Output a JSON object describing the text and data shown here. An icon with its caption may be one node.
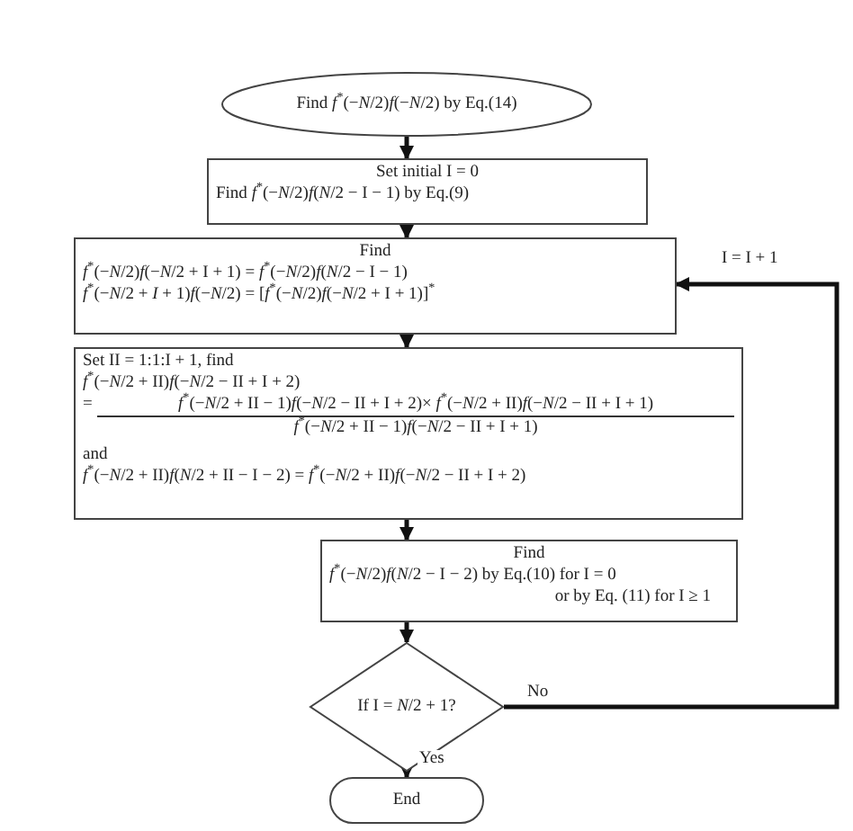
{
  "diagram": {
    "nodes": [
      {
        "text": [
          "Find *f*$^{*}$(−*N*/2)*f*(−*N*/2)  by Eq.(14)"
        ]
      },
      {
        "text": [
          "Set initial I = 0",
          "Find *f*$^{*}$(−*N*/2)*f*(*N*/2 − I − 1) by Eq.(9)"
        ]
      },
      {
        "text": [
          "Find",
          "*f*$^{*}$(−*N*/2)*f*(−*N*/2 + I + 1) = *f*$^{*}$(−*N*/2)*f*(*N*/2 − I − 1)",
          "*f*$^{*}$(−*N*/2 + *I* + 1)*f*(−*N*/2) = [*f*$^{*}$(−*N*/2)*f*(−*N*/2 + I + 1)]$^{*}$"
        ]
      },
      {
        "text": [
          "Set II = 1:1:I + 1, find",
          "*f*$^{*}$(−*N*/2 + II)*f*(−*N*/2 − II + I + 2)",
          "=",
          "*f*$^{*}$(−*N*/2 + II − 1)*f*(−*N*/2 − II + I + 2)× *f*$^{*}$(−*N*/2 + II)*f*(−*N*/2 − II + I + 1)",
          "*f*$^{*}$(−*N*/2 + II − 1)*f*(−*N*/2 − II + I + 1)",
          "and",
          "*f*$^{*}$(−*N*/2 + II)*f*(*N*/2 + II − I − 2) = *f*$^{*}$(−*N*/2 + II)*f*(−*N*/2 − II + I + 2)"
        ]
      },
      {
        "text": [
          "Find",
          "*f*$^{*}$(−*N*/2)*f*(*N*/2 − I − 2) by Eq.(10) for I = 0",
          "or by Eq. (11) for I ≥ 1"
        ]
      },
      {
        "text": [
          "If  I = *N*/2 + 1?"
        ]
      },
      {
        "text": [
          "End"
        ]
      }
    ],
    "edges": [
      {
        "from": 0,
        "to": 1,
        "arrow": "to"
      },
      {
        "from": 1,
        "to": 2,
        "arrow": "to"
      },
      {
        "from": 2,
        "to": 3,
        "arrow": "to"
      },
      {
        "from": 3,
        "to": 4,
        "arrow": "to"
      },
      {
        "from": 4,
        "to": 5,
        "arrow": "to"
      },
      {
        "from": 5,
        "to": 6,
        "arrow": "to",
        "label": "Yes"
      },
      {
        "from": 5,
        "to": 2,
        "arrow": "to",
        "label": "No"
      }
    ],
    "labels": [
      "I = I + 1"
    ]
  }
}
